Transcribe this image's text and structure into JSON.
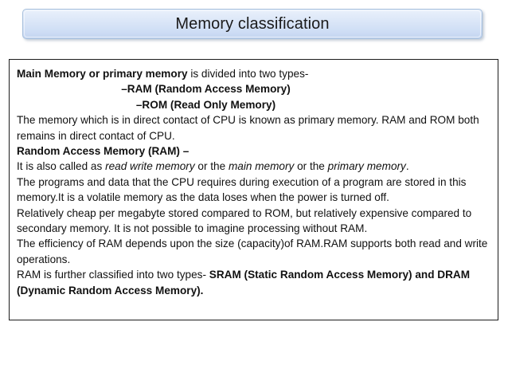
{
  "slide": {
    "title": "Memory classification",
    "body": {
      "line_1_bold": "Main Memory or primary memory",
      "line_1_rest": " is divided into two types-",
      "line_2": "–RAM (Random Access Memory)",
      "line_3": "–ROM (Read Only Memory)",
      "line_4": "The memory which is in direct contact of CPU is known as primary memory. RAM and ROM both remains in direct contact of CPU.",
      "line_5_bold": "Random Access Memory (RAM) –",
      "line_6_a": "It is also called as ",
      "line_6_i1": "read write memory",
      "line_6_b": " or the ",
      "line_6_i2": "main memory",
      "line_6_c": " or the ",
      "line_6_i3": "primary memory",
      "line_6_d": ".",
      "line_7": "The programs and data that the CPU requires during execution of a program are stored in this memory.It is a volatile memory as the data loses when the power is turned off.",
      "line_8": "Relatively cheap per megabyte stored compared to ROM, but relatively expensive compared to secondary memory. It is not possible to imagine processing without RAM.",
      "line_9": "The efficiency of RAM depends upon the size (capacity)of RAM.RAM supports both read and write operations.",
      "line_10_rest": "RAM is further classified into two types- ",
      "line_10_bold": "SRAM (Static Random Access Memory) and DRAM (Dynamic Random Access Memory)."
    }
  },
  "colors": {
    "banner_border": "#a8c0dd",
    "banner_fill_top": "#e9f0fb",
    "banner_fill_bottom": "#c3d5f0",
    "box_border": "#1c1c1c",
    "text": "#111111",
    "background": "#ffffff"
  }
}
